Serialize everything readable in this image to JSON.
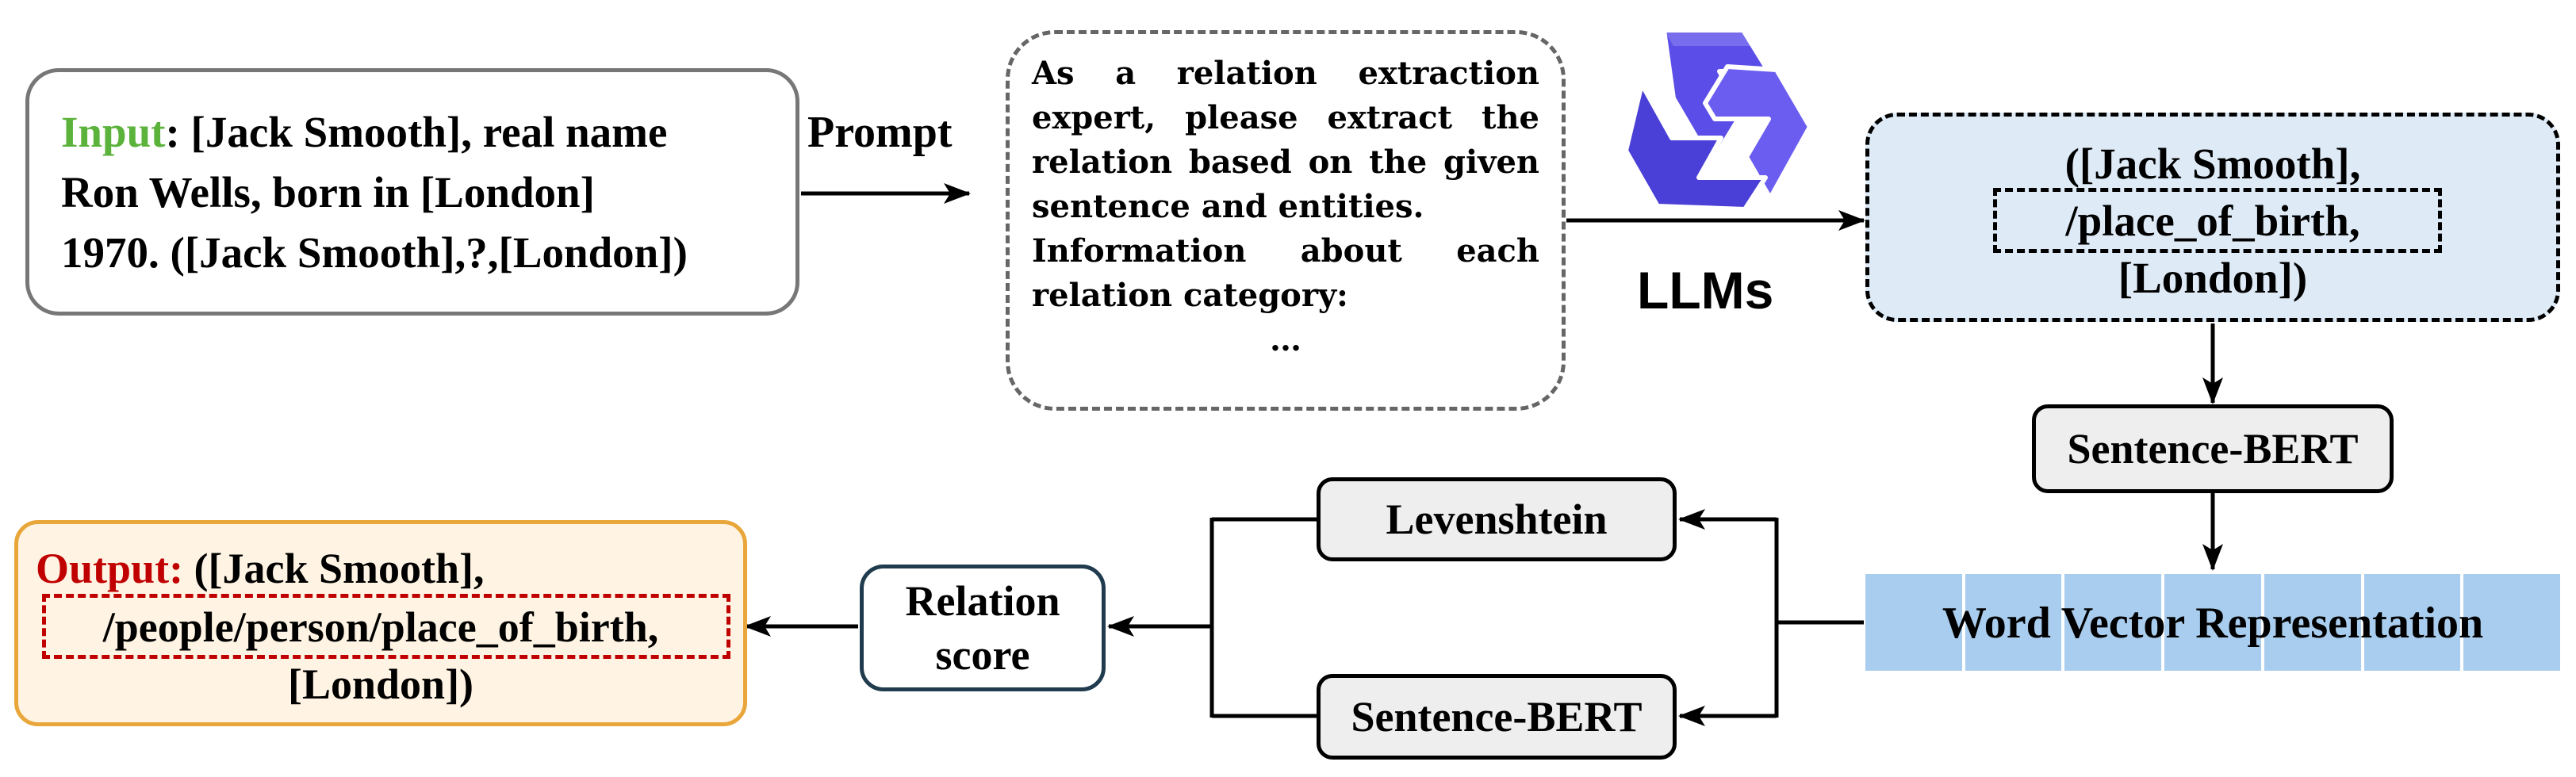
{
  "input": {
    "label": "Input",
    "line1": ": [Jack Smooth], real name",
    "line2": "Ron Wells, born in [London]",
    "line3": "1970. ([Jack Smooth],?,[London])"
  },
  "prompt_label": "Prompt",
  "prompt_text": {
    "lines": [
      "As a relation extraction",
      "expert, please extract the",
      "relation based on the given",
      "sentence and entities.",
      "Information about each",
      "relation category:"
    ],
    "ellipsis": "…"
  },
  "llm_label": "LLMs",
  "llm_result": {
    "line1": "([Jack Smooth],",
    "line2": "/place_of_birth,",
    "line3": "[London])"
  },
  "sbert_top": "Sentence-BERT",
  "word_vector": "Word Vector Representation",
  "levenshtein": "Levenshtein",
  "sbert_bottom": "Sentence-BERT",
  "relation_score": {
    "line1": "Relation",
    "line2": "score"
  },
  "output": {
    "label": "Output:",
    "line1": " ([Jack Smooth],",
    "line2": "/people/person/place_of_birth,",
    "line3": "[London])"
  },
  "colors": {
    "input_label": "#5cb33c",
    "output_label": "#c00000",
    "output_bg": "#fff4e3",
    "output_border": "#e9a63a",
    "llm_result_bg": "#deebf7",
    "word_vector_bg": "#a9cdee",
    "gray_box_bg": "#eeeeee",
    "logo": "#5b4ee8"
  }
}
